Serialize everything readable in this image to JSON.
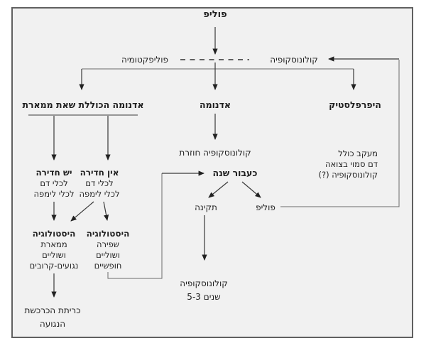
{
  "diagram_title": "polyp-management-flowchart",
  "colors": {
    "panel_background": "#f1f1f1",
    "panel_border": "#606060",
    "connector_line": "#6a6a6a",
    "arrow_line": "#3a3a3a",
    "text": "#1f1f1f"
  },
  "nodes": {
    "polyp_start": {
      "label": "פוליפ"
    },
    "polypectomy": {
      "label": "פוליפקטומיה"
    },
    "colonoscopy_top": {
      "label": "קולונוסקופיה"
    },
    "adenoma_malignant": {
      "label": "אדנומה הכוללת שאת ממארת"
    },
    "adenoma": {
      "label": "אדנומה"
    },
    "hyperplastic": {
      "label": "היפרפלסטיק"
    },
    "invasion_yes": {
      "title": "יש חדירה",
      "lines": [
        "לכלי דם",
        "לכלי לימפה"
      ]
    },
    "invasion_no": {
      "title": "אין חדירה",
      "lines": [
        "לכלי דם",
        "לכלי לימפה"
      ]
    },
    "histology_malignant": {
      "title": "היסטולוגיה",
      "lines": [
        "ממארת",
        "ושוליים",
        "נגועים-קרובים"
      ]
    },
    "histology_benign": {
      "title": "היסטולוגיה",
      "lines": [
        "שפירה",
        "ושוליים",
        "חופשיים"
      ]
    },
    "resection": {
      "lines": [
        "כריתת הכרכשת",
        "הנגועה"
      ]
    },
    "repeat_colonoscopy": {
      "label": "קולונוסקופיה חוזרת"
    },
    "after_year": {
      "label": "כעבור שנה"
    },
    "normal": {
      "label": "תקינה"
    },
    "polyp_recurrence": {
      "label": "פוליפ"
    },
    "colonoscopy_3_5": {
      "lines": [
        "קולונוסקופיה",
        "5-3 שנים"
      ]
    },
    "followup": {
      "lines": [
        "מעקב כולל",
        "דם סמוי בצואה",
        "קולונוסקופיה (?)"
      ]
    }
  }
}
